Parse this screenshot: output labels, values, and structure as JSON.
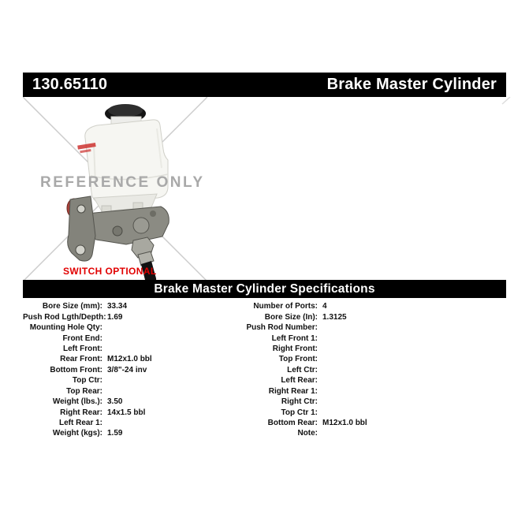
{
  "title_bar": {
    "part_number": "130.65110",
    "product_name": "Brake Master Cylinder"
  },
  "image_area": {
    "watermark_text": "REFERENCE ONLY",
    "switch_note": "SWITCH OPTIONAL"
  },
  "specs": {
    "section_title": "Brake Master Cylinder Specifications",
    "left_column": [
      {
        "label": "Bore Size (mm):",
        "value": "33.34"
      },
      {
        "label": "Push Rod Lgth/Depth:",
        "value": "1.69"
      },
      {
        "label": "Mounting Hole Qty:",
        "value": ""
      },
      {
        "label": "Front End:",
        "value": ""
      },
      {
        "label": "Left Front:",
        "value": ""
      },
      {
        "label": "Rear Front:",
        "value": "M12x1.0 bbl"
      },
      {
        "label": "Bottom Front:",
        "value": "3/8\"-24 inv"
      },
      {
        "label": "Top Ctr:",
        "value": ""
      },
      {
        "label": "Top Rear:",
        "value": ""
      },
      {
        "label": "Weight (lbs.):",
        "value": "3.50"
      },
      {
        "label": "Right Rear:",
        "value": "14x1.5 bbl"
      },
      {
        "label": "Left Rear 1:",
        "value": ""
      },
      {
        "label": "Weight (kgs):",
        "value": "1.59"
      }
    ],
    "right_column": [
      {
        "label": "Number of Ports:",
        "value": "4"
      },
      {
        "label": "Bore Size (In):",
        "value": "1.3125"
      },
      {
        "label": "Push Rod Number:",
        "value": ""
      },
      {
        "label": "Left Front 1:",
        "value": ""
      },
      {
        "label": "Right Front:",
        "value": ""
      },
      {
        "label": "Top Front:",
        "value": ""
      },
      {
        "label": "Left Ctr:",
        "value": ""
      },
      {
        "label": "Left Rear:",
        "value": ""
      },
      {
        "label": "Right Rear 1:",
        "value": ""
      },
      {
        "label": "Right Ctr:",
        "value": ""
      },
      {
        "label": "Top Ctr 1:",
        "value": ""
      },
      {
        "label": "Bottom Rear:",
        "value": "M12x1.0 bbl"
      },
      {
        "label": "Note:",
        "value": ""
      }
    ]
  },
  "colors": {
    "bar_bg": "#000000",
    "bar_text": "#ffffff",
    "watermark": "#a9a9a9",
    "switch_note": "#e10000",
    "cross_line": "#cccccc"
  }
}
